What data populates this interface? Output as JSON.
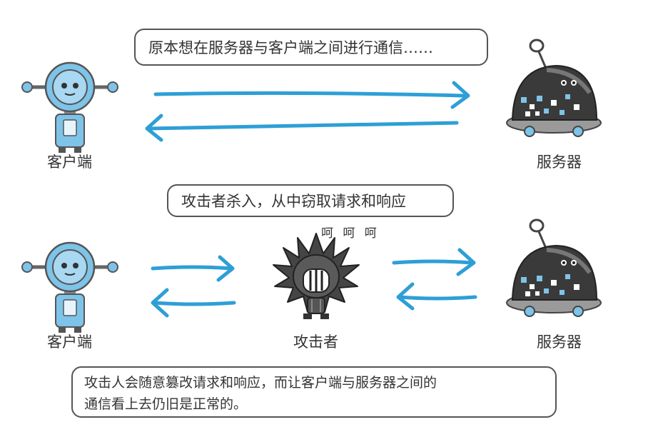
{
  "top_section": {
    "bubble_text": "原本想在服务器与客户端之间进行通信……",
    "client_label": "客户端",
    "server_label": "服务器"
  },
  "attack_section": {
    "bubble_text": "攻击者杀入，从中窃取请求和响应",
    "laugh_text": "呵 呵 呵",
    "client_label": "客户端",
    "attacker_label": "攻击者",
    "server_label": "服务器"
  },
  "footer": {
    "line1": "攻击人会随意篡改请求和响应，而让客户端与服务器之间的",
    "line2": "通信看上去仍旧是正常的。"
  },
  "colors": {
    "arrow": "#2e9fd6",
    "client_body": "#7ec3e8",
    "server_body": "#3a3a3a",
    "attacker_body": "#454545"
  }
}
